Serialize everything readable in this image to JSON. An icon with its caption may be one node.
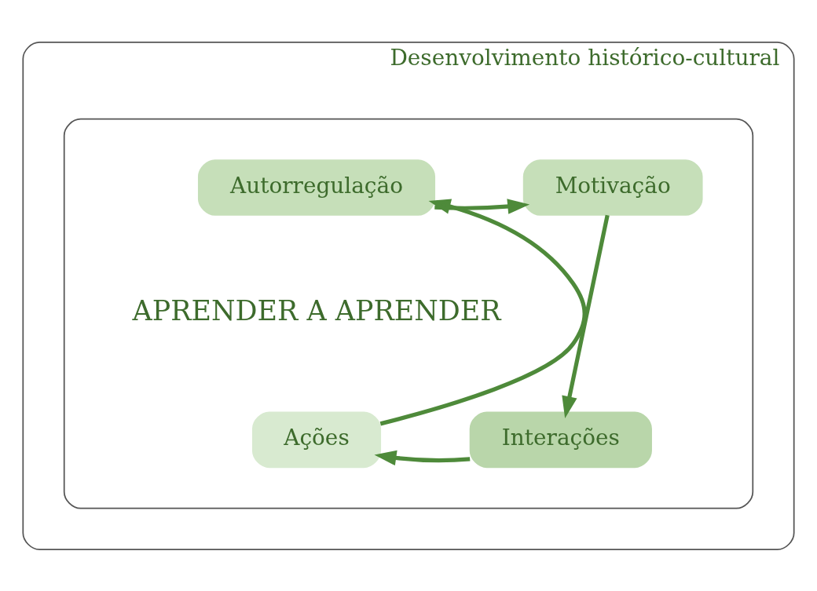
{
  "diagram": {
    "nodes": [
      {
        "text": [
          "Desenvolvimento histórico-cultural"
        ]
      },
      {
        "text": [],
        "shape": "box",
        "in": 0
      },
      {
        "text": [
          "APRENDER A APRENDER"
        ],
        "in": 1
      },
      {
        "text": [
          "Autorregulação"
        ],
        "in": 1
      },
      {
        "text": [
          "Motivação"
        ],
        "in": 1
      },
      {
        "text": [
          "Interações"
        ],
        "in": 1
      },
      {
        "text": [
          "Ações"
        ],
        "in": 1
      }
    ],
    "edges": [
      {
        "from": 3,
        "to": 4,
        "arrow": "to"
      },
      {
        "from": 4,
        "to": 5,
        "arrow": "to"
      },
      {
        "from": 5,
        "to": 6,
        "arrow": "to"
      },
      {
        "from": 6,
        "to": 3,
        "arrow": "to"
      }
    ]
  }
}
